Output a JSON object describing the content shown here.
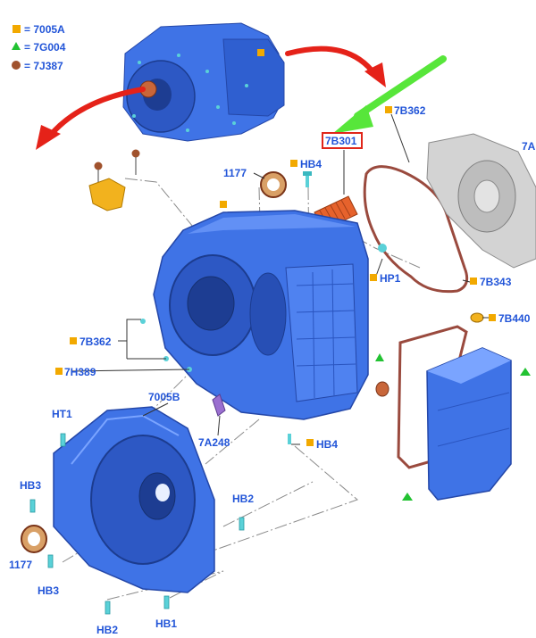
{
  "colors": {
    "part_blue": "#3f73e6",
    "part_blue_dark": "#2447a8",
    "part_blue_light": "#7aa4ff",
    "label_blue": "#2255d8",
    "marker_orange": "#f2a900",
    "marker_green": "#22c232",
    "marker_brown": "#a0522d",
    "arrow_red": "#e52219",
    "arrow_green": "#57e63a",
    "highlight_red": "#e0261a",
    "gasket": "#9a4a3e",
    "filter": "#e6622c",
    "bolt_teal": "#5ad1d8",
    "cover_silver": "#c9c9c9"
  },
  "legend": [
    {
      "symbol": "square",
      "color": "#f2a900",
      "text": "= 7005A"
    },
    {
      "symbol": "triangle",
      "color": "#22c232",
      "text": "= 7G004"
    },
    {
      "symbol": "circle",
      "color": "#a0522d",
      "text": "= 7J387"
    }
  ],
  "callouts": {
    "c_7B362_top": "7B362",
    "c_7A_edge": "7A",
    "c_7B301": "7B301",
    "c_1177_top": "1177",
    "c_HB4_top": "HB4",
    "c_HP1": "HP1",
    "c_7B343": "7B343",
    "c_7B440": "7B440",
    "c_7B362_left": "7B362",
    "c_7H389": "7H389",
    "c_7005B": "7005B",
    "c_HT1": "HT1",
    "c_7A248": "7A248",
    "c_HB4_bottom": "HB4",
    "c_HB3_top": "HB3",
    "c_HB2_right": "HB2",
    "c_1177_bottom": "1177",
    "c_HB3_bottom": "HB3",
    "c_HB2_bottom": "HB2",
    "c_HB1": "HB1"
  }
}
